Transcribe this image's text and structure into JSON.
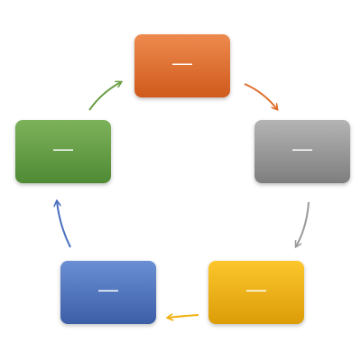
{
  "colors": {
    "orange": "#e06c2a",
    "gray": "#9a9a9a",
    "yellow": "#f0b010",
    "blue": "#4a6fbf",
    "green": "#6a9f45"
  },
  "nodes": [
    {
      "id": "orange",
      "label": "—"
    },
    {
      "id": "gray",
      "label": "—"
    },
    {
      "id": "yellow",
      "label": "—"
    },
    {
      "id": "blue",
      "label": "—"
    },
    {
      "id": "green",
      "label": "—"
    }
  ]
}
